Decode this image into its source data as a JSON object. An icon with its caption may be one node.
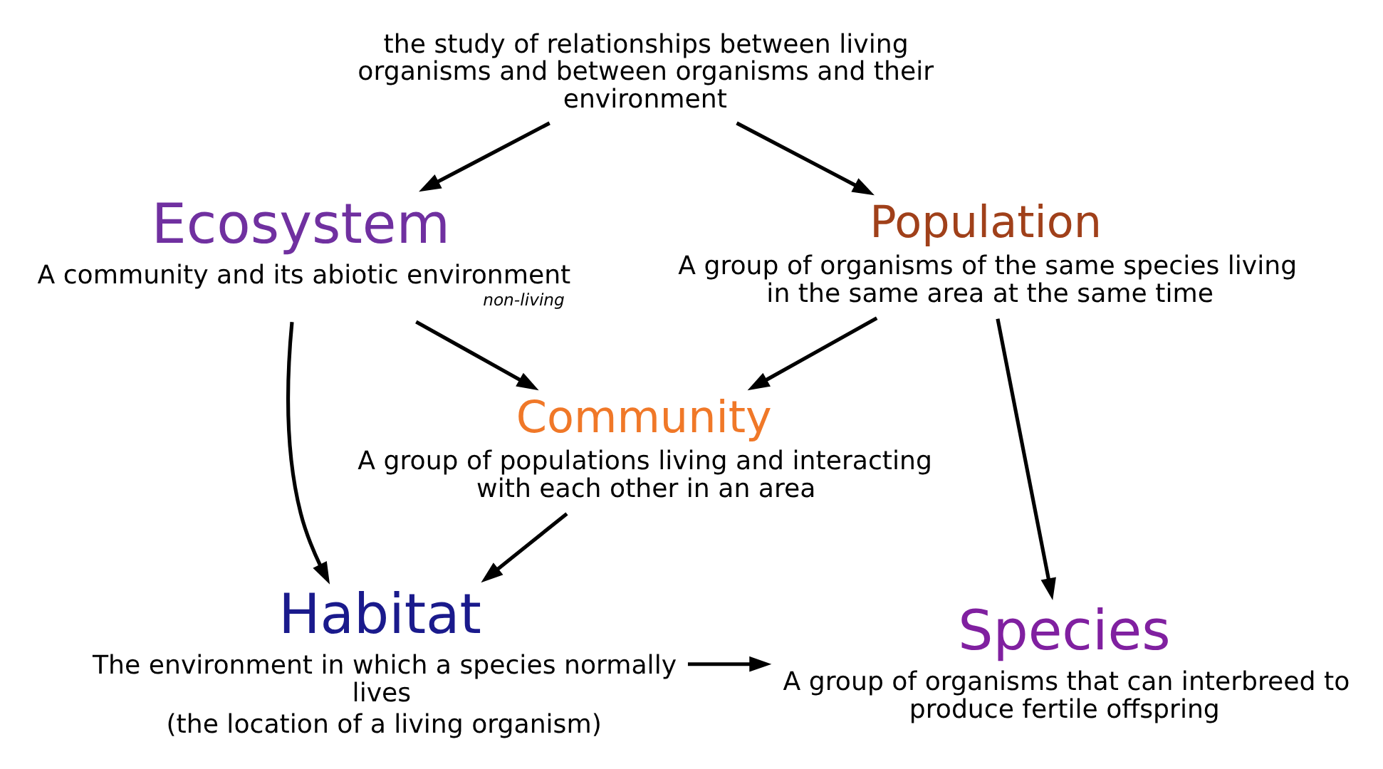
{
  "diagram": {
    "nodes": [
      {
        "text": [
          "the study of relationships between living organisms and between organisms and their environment"
        ]
      },
      {
        "text": [
          "Population",
          "A group of organisms of the same species living in the same area at the same time"
        ]
      },
      {
        "text": [
          "Ecosystem",
          "A community and its abiotic environment"
        ],
        "beside": [
          "non-living"
        ]
      },
      {
        "text": [
          "Community",
          "A group of populations living and interacting with each other in an area"
        ]
      },
      {
        "text": [
          "Habitat",
          "The environment in which a species normally lives",
          "(the location of a living organism)"
        ]
      },
      {
        "text": [
          "Species",
          "A group of organisms that can interbreed to produce fertile offspring"
        ]
      }
    ],
    "edges": [
      {
        "from": 0,
        "to": 1,
        "arrow": "to"
      },
      {
        "from": 0,
        "to": 2,
        "arrow": "to"
      },
      {
        "from": 2,
        "to": 3,
        "arrow": "to"
      },
      {
        "from": 1,
        "to": 3,
        "arrow": "to"
      },
      {
        "from": 2,
        "to": 4,
        "arrow": "to"
      },
      {
        "from": 3,
        "to": 4,
        "arrow": "to"
      },
      {
        "from": 1,
        "to": 5,
        "arrow": "to"
      },
      {
        "from": 4,
        "to": 5,
        "arrow": "to"
      }
    ]
  }
}
